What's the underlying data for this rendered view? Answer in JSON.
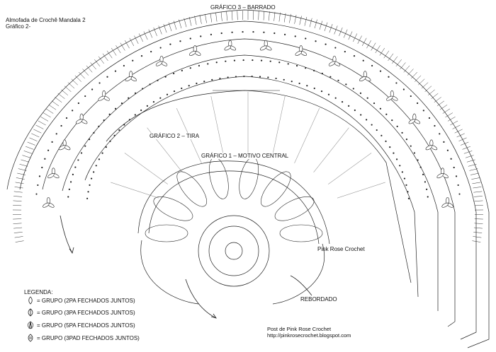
{
  "header": {
    "title_line1": "Almofada de Crochê  Mandala 2",
    "title_line2": "Gráfico 2-"
  },
  "labels": {
    "grafico3": "GRÁFICO 3 – BARRADO",
    "grafico2": "GRÁFICO 2 – TIRA",
    "grafico1": "GRÁFICO 1 – MOTIVO CENTRAL",
    "pinkrose": "Pink Rose Crochet",
    "rebordado": "REBORDADO"
  },
  "legend": {
    "title": "LEGENDA:",
    "items": [
      {
        "icon": "2pa-cluster-icon",
        "label": "= GRUPO (2PA FECHADOS JUNTOS)"
      },
      {
        "icon": "3pa-cluster-icon",
        "label": "= GRUPO (3PA FECHADOS JUNTOS)"
      },
      {
        "icon": "5pa-cluster-icon",
        "label": "= GRUPO (5PA FECHADOS JUNTOS)"
      },
      {
        "icon": "3pad-cluster-icon",
        "label": "= GRUPO (3PAD FECHADOS JUNTOS)"
      }
    ]
  },
  "credit": {
    "line1": "Post de Pink Rose Crochet",
    "line2": "http://pinkrosecrochet.blogspot.com"
  },
  "colors": {
    "ink": "#111111",
    "guide": "#9a9a9a",
    "background": "#ffffff"
  }
}
